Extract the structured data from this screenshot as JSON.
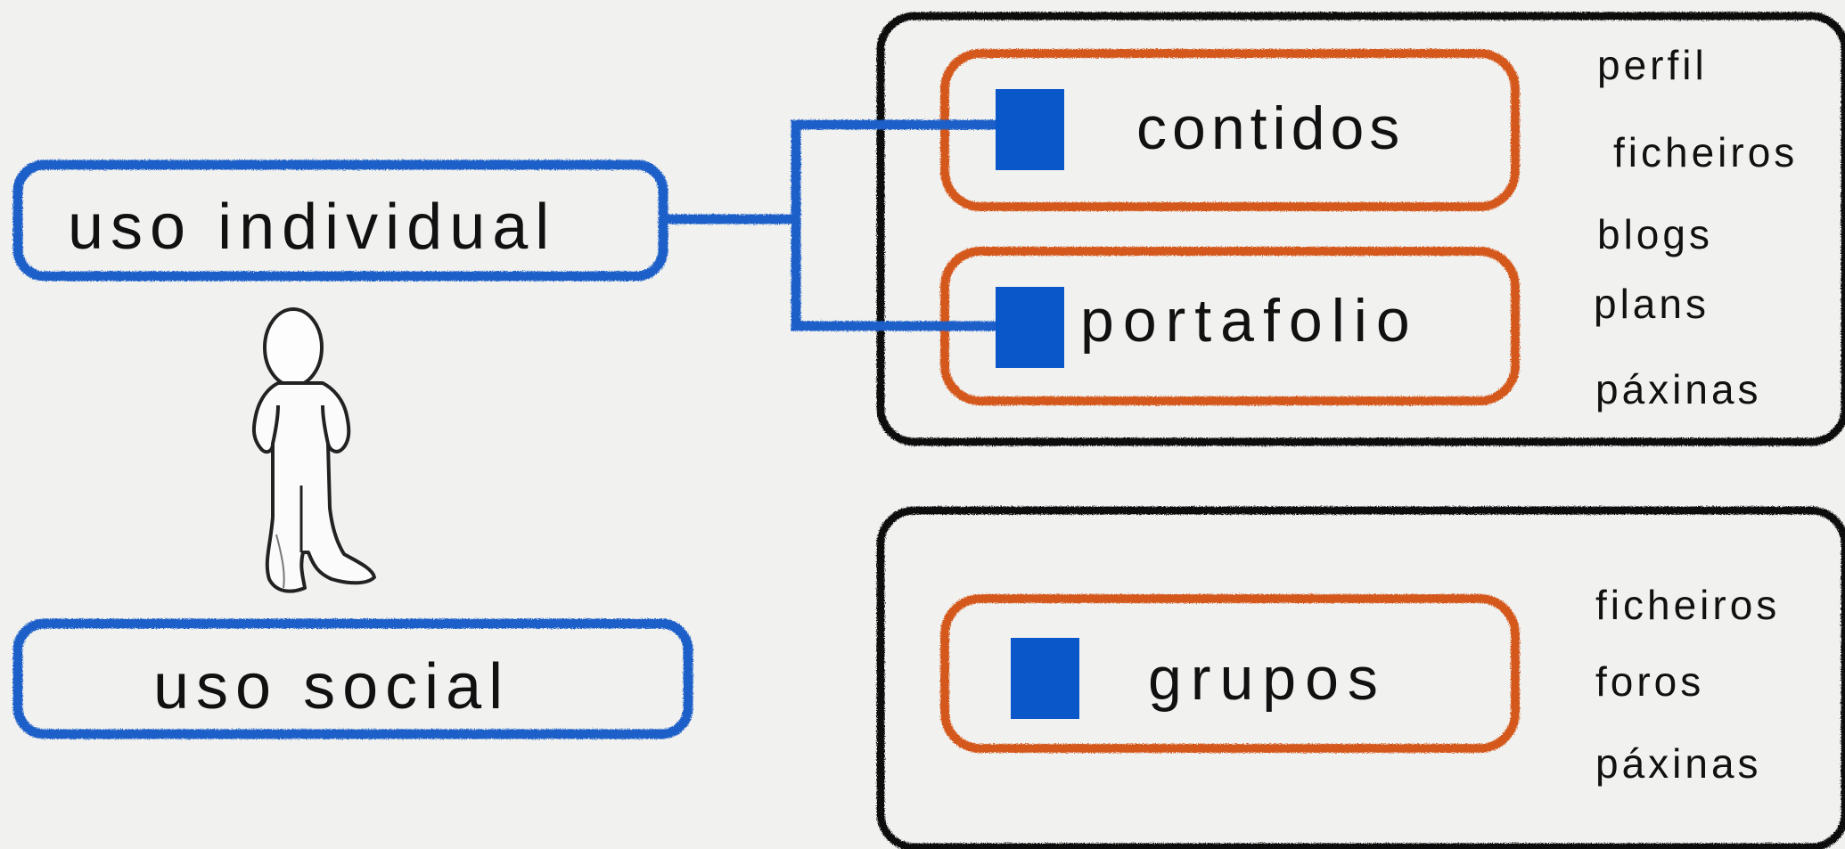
{
  "diagram": {
    "left_nodes": {
      "individual": "uso individual",
      "social": "uso social"
    },
    "top_group": {
      "boxes": {
        "contidos": "contidos",
        "portafolio": "portafolio"
      },
      "items": [
        "perfil",
        "ficheiros",
        "blogs",
        "plans",
        "páxinas"
      ]
    },
    "bottom_group": {
      "boxes": {
        "grupos": "grupos"
      },
      "items": [
        "ficheiros",
        "foros",
        "páxinas"
      ]
    },
    "figure_icon": "person-standing-icon",
    "colors": {
      "blue": "#1e5fc8",
      "orange": "#d4581a",
      "black": "#111111",
      "marker": "#0a57c9",
      "background": "#f1f1ef"
    }
  }
}
